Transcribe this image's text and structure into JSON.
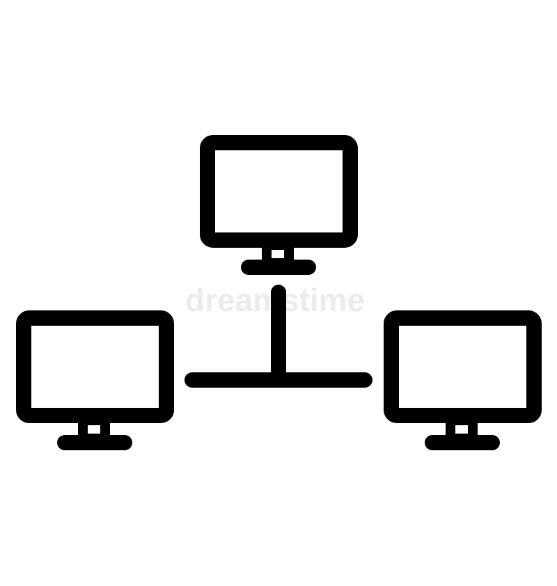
{
  "icon": {
    "name": "network-icon",
    "stroke_color": "#000000",
    "background_color": "#ffffff",
    "nodes": [
      "monitor-top",
      "monitor-left",
      "monitor-right"
    ],
    "connector": "t-connector"
  },
  "watermark": {
    "text": "dreamstime",
    "color": "#e6e6e6"
  }
}
